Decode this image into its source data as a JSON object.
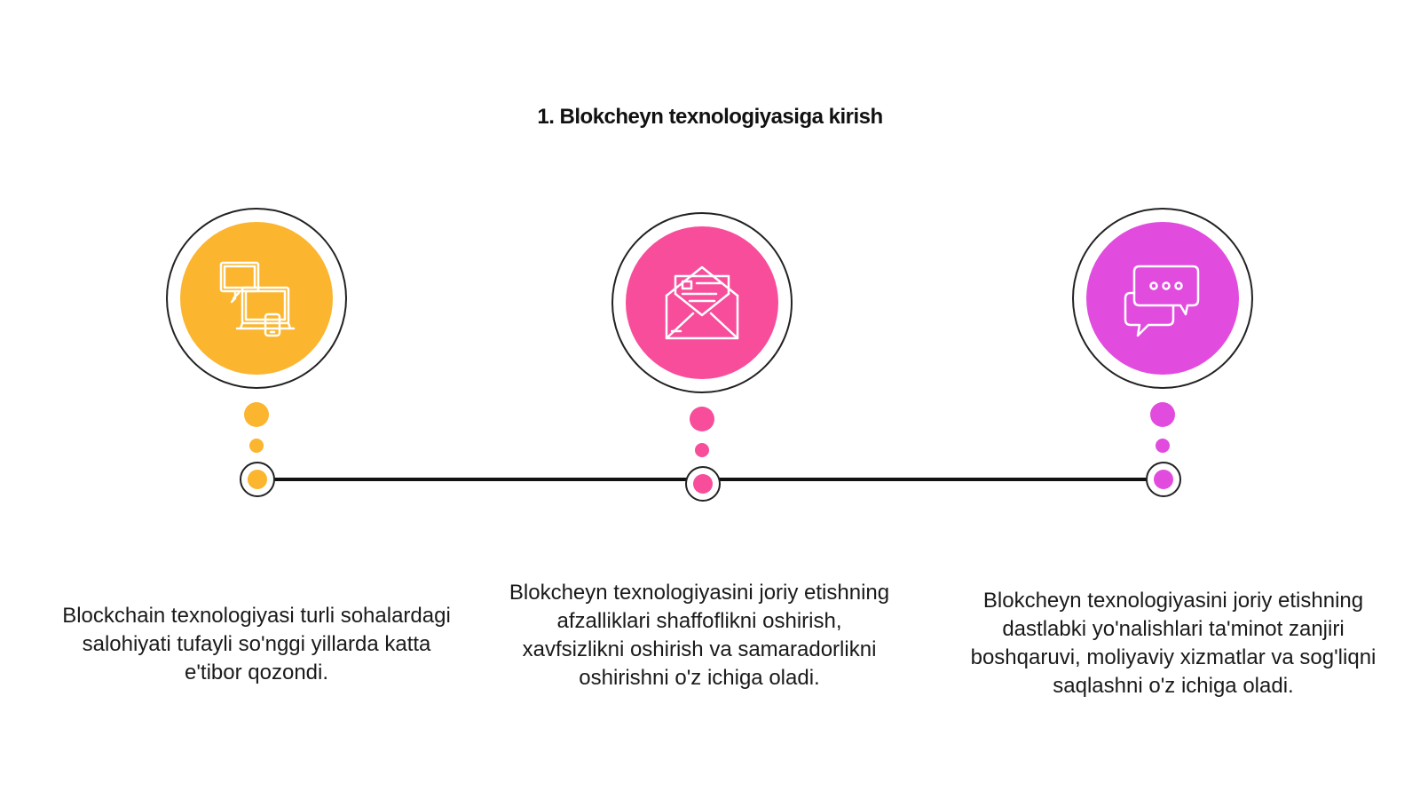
{
  "title": "1. Blokcheyn texnologiyasiga kirish",
  "colors": {
    "step1": "#FBB52E",
    "step2": "#F74D9B",
    "step3": "#E14CDF",
    "line": "#111111"
  },
  "steps": [
    {
      "icon": "devices-icon",
      "color": "#FBB52E",
      "text": "Blockchain texnologiyasi turli sohalardagi salohiyati tufayli so'nggi yillarda katta e'tibor qozondi."
    },
    {
      "icon": "envelope-letter-icon",
      "color": "#F74D9B",
      "text": "Blokcheyn texnologiyasini joriy etishning afzalliklari shaffoflikni oshirish, xavfsizlikni oshirish va samaradorlikni oshirishni o'z ichiga oladi."
    },
    {
      "icon": "chat-bubbles-icon",
      "color": "#E14CDF",
      "text": "Blokcheyn texnologiyasini joriy etishning dastlabki yo'nalishlari ta'minot zanjiri boshqaruvi, moliyaviy xizmatlar va sog'liqni saqlashni o'z ichiga oladi."
    }
  ]
}
